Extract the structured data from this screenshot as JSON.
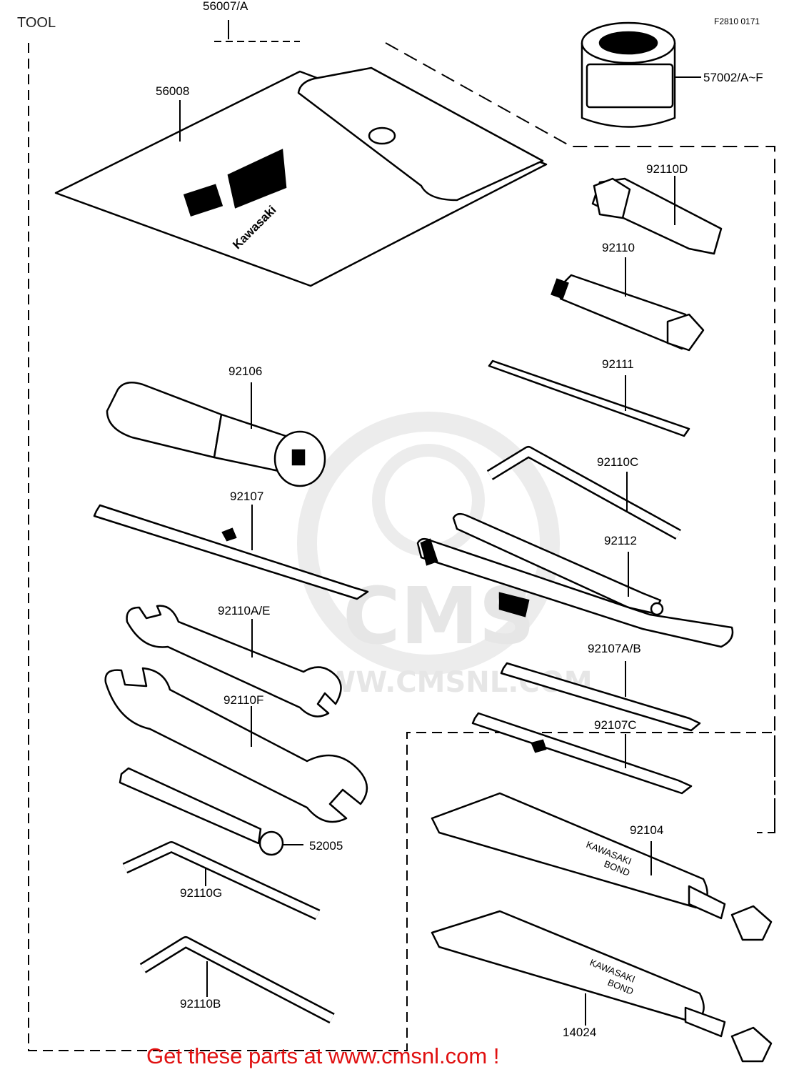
{
  "header": {
    "section_title": "TOOL",
    "diagram_code": "F2810 0171"
  },
  "watermark": {
    "brand": "CMS",
    "url": "WWW.CMSNL.COM"
  },
  "artwork": {
    "pouch_logo": "Kawasaki",
    "tube_text_line1": "KAWASAKI",
    "tube_text_line2": "BOND"
  },
  "parts": [
    {
      "id": "56007/A"
    },
    {
      "id": "56008"
    },
    {
      "id": "57002/A~F"
    },
    {
      "id": "92110D"
    },
    {
      "id": "92110"
    },
    {
      "id": "92106"
    },
    {
      "id": "92111"
    },
    {
      "id": "92110C"
    },
    {
      "id": "92107"
    },
    {
      "id": "92112"
    },
    {
      "id": "92110A/E"
    },
    {
      "id": "92107A/B"
    },
    {
      "id": "92110F"
    },
    {
      "id": "92107C"
    },
    {
      "id": "52005"
    },
    {
      "id": "92104"
    },
    {
      "id": "92110G"
    },
    {
      "id": "92110B"
    },
    {
      "id": "14024"
    }
  ],
  "footer": {
    "cta": "Get these parts at www.cmsnl.com !"
  },
  "colors": {
    "footer_text": "#e01010",
    "line_art": "#000000",
    "watermark": "#e6e6e6"
  }
}
